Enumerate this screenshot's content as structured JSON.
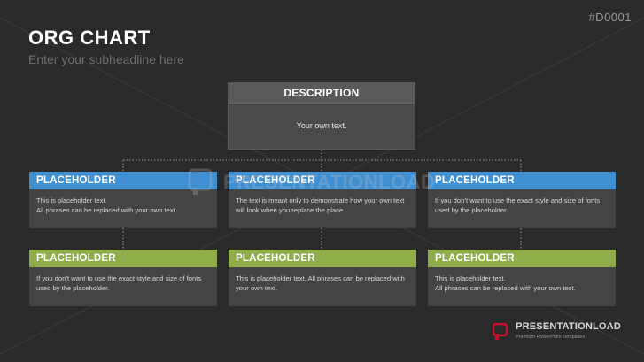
{
  "slide_id": "#D0001",
  "title": "ORG CHART",
  "subtitle": "Enter your subheadline here",
  "description": {
    "heading": "DESCRIPTION",
    "text": "Your own text."
  },
  "cards": [
    {
      "heading": "PLACEHOLDER",
      "text": "This is placeholder text.\nAll phrases can be replaced with your own text."
    },
    {
      "heading": "PLACEHOLDER",
      "text": "The text is meant only to demonstrate how your own text will look when you replace the place."
    },
    {
      "heading": "PLACEHOLDER",
      "text": "If you don’t want to use the exact style and size of fonts used by the placeholder."
    },
    {
      "heading": "PLACEHOLDER",
      "text": "If you don’t want to use the exact style and size of fonts used by the placeholder."
    },
    {
      "heading": "PLACEHOLDER",
      "text": "This is placeholder text. All phrases can be replaced with your own text."
    },
    {
      "heading": "PLACEHOLDER",
      "text": "This is placeholder text.\nAll phrases can be replaced with your own text."
    }
  ],
  "watermark": "PRESENTATIONLOAD",
  "logo": {
    "name": "PRESENTATIONLOAD",
    "tagline": "Premium PowerPoint Templates",
    "icon": "presentationload-logo-icon",
    "accent": "#c8102e"
  },
  "colors": {
    "background": "#2a2a2a",
    "blue_header": "#3f8fd1",
    "green_header": "#8fad4b",
    "card_body": "#444444"
  }
}
